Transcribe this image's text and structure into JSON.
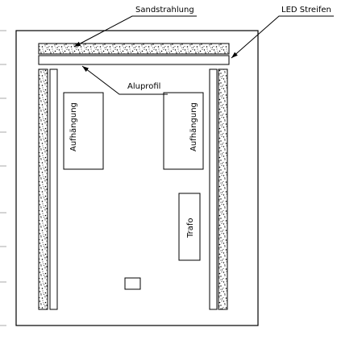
{
  "labels": {
    "sandstrahlung": "Sandstrahlung",
    "led_streifen": "LED Streifen",
    "aluprofil": "Aluprofil",
    "aufhaengung": "Aufhängung",
    "trafo": "Trafo"
  },
  "colors": {
    "line": "#000000",
    "margin_ticks": "#aaaaaa",
    "background": "#ffffff"
  }
}
